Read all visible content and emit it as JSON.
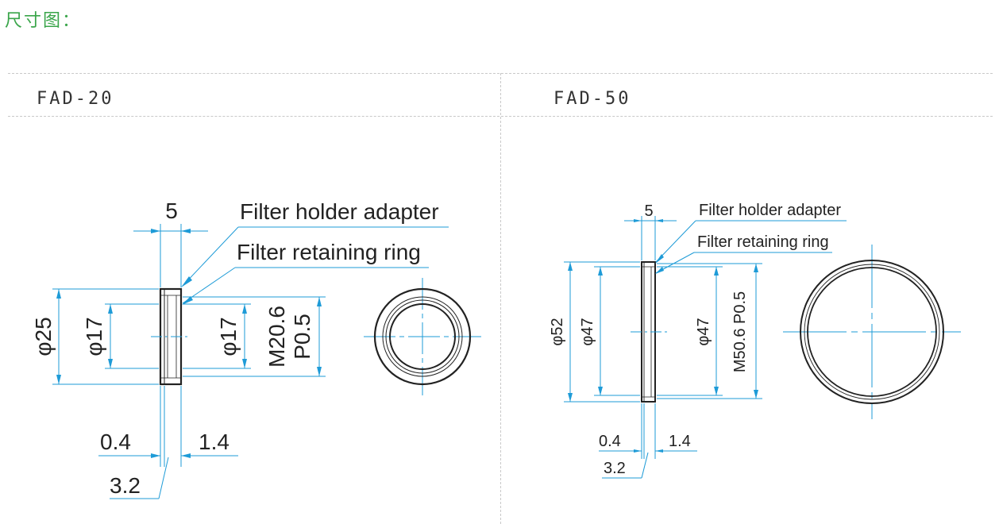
{
  "heading": "尺寸图：",
  "colors": {
    "heading": "#3aa54a",
    "dimension": "#1e9bd7",
    "outline": "#222222",
    "divider": "#c9c9c9"
  },
  "panels": [
    {
      "model": "FAD-20",
      "callouts": {
        "holder": "Filter holder adapter",
        "ring": "Filter retaining ring"
      },
      "dims": {
        "width": "5",
        "outer_dia": "φ25",
        "inner_dia_left": "φ17",
        "inner_dia_right": "φ17",
        "thread_main": "M20.6",
        "thread_pitch": "P0.5",
        "gap_left": "0.4",
        "gap_right": "1.4",
        "bottom": "3.2"
      }
    },
    {
      "model": "FAD-50",
      "callouts": {
        "holder": "Filter holder adapter",
        "ring": "Filter retaining ring"
      },
      "dims": {
        "width": "5",
        "outer_dia": "φ52",
        "inner_dia_left": "φ47",
        "inner_dia_right": "φ47",
        "thread": "M50.6 P0.5",
        "gap_left": "0.4",
        "gap_right": "1.4",
        "bottom": "3.2"
      }
    }
  ]
}
